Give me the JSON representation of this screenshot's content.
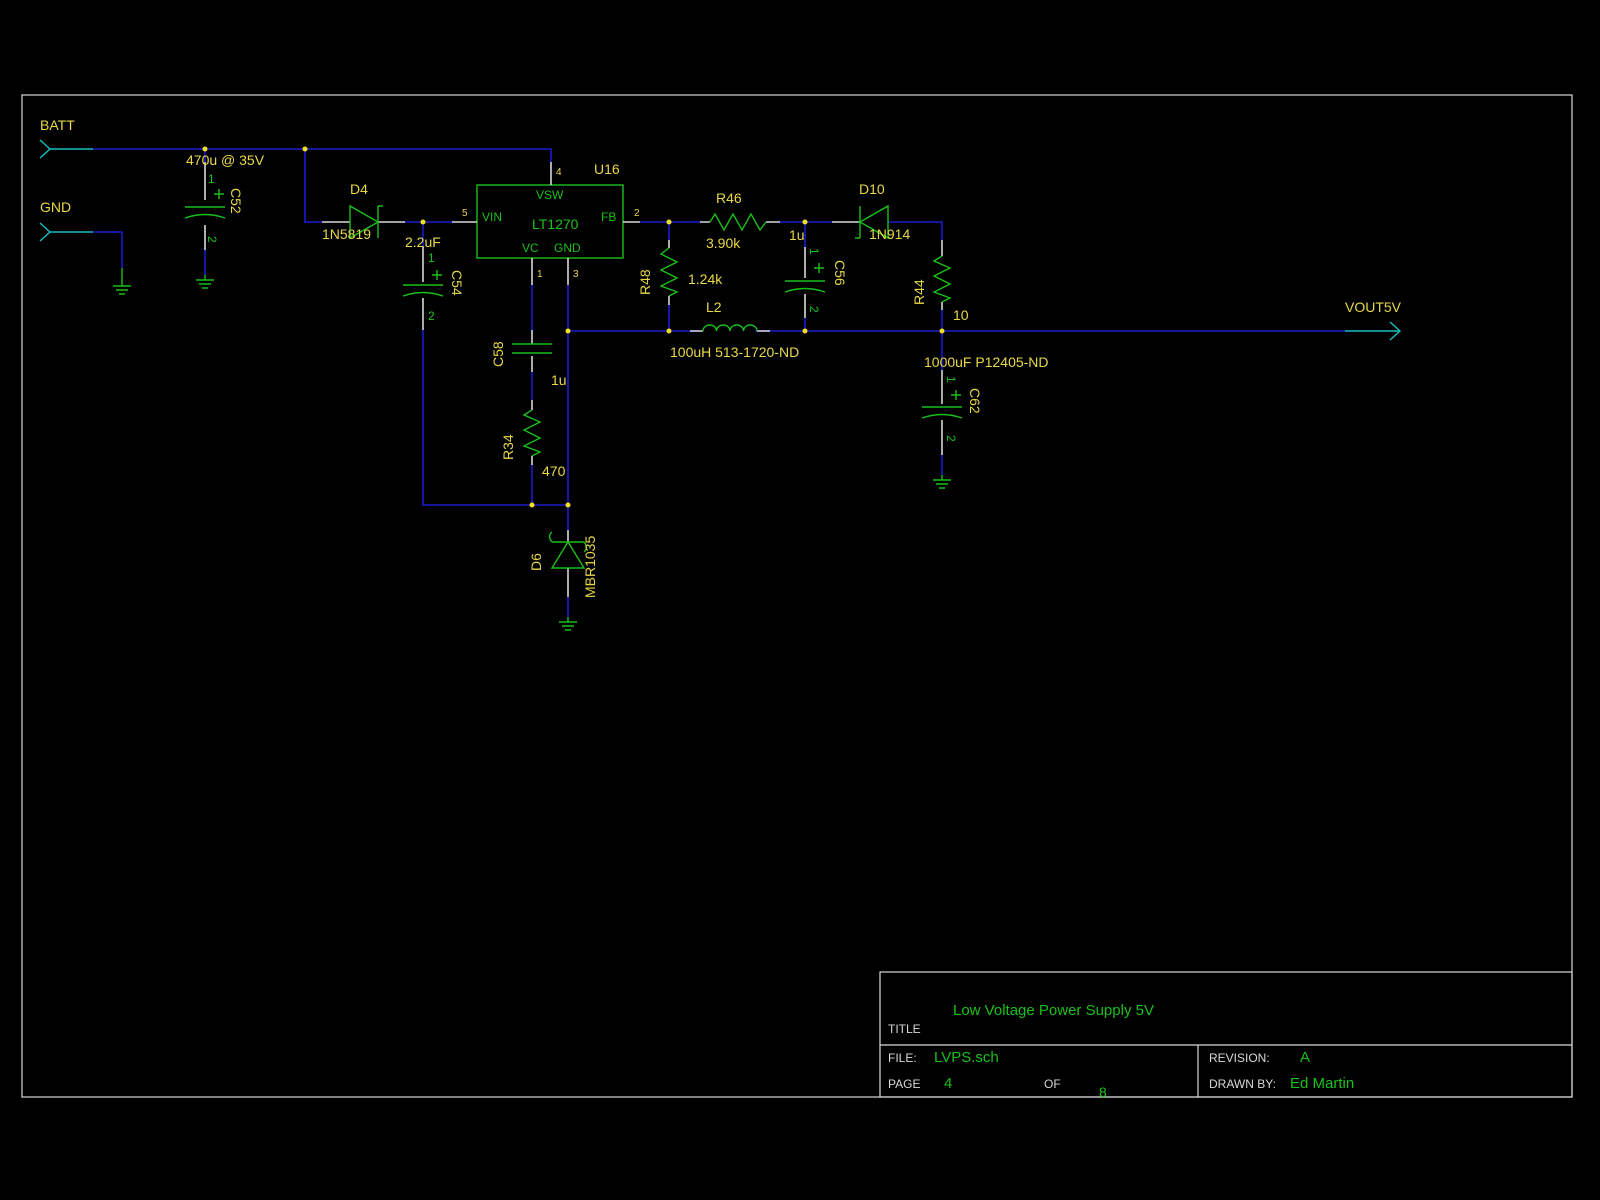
{
  "ports": {
    "batt": "BATT",
    "gnd": "GND",
    "vout": "VOUT5V"
  },
  "components": {
    "c52": {
      "ref": "C52",
      "value": "470u @ 35V",
      "pin1": "1",
      "pin2": "2"
    },
    "d4": {
      "ref": "D4",
      "value": "1N5819"
    },
    "c54": {
      "ref": "C54",
      "value": "2.2uF",
      "pin1": "1",
      "pin2": "2"
    },
    "u16": {
      "ref": "U16",
      "part": "LT1270",
      "pins": {
        "vsw": "VSW",
        "vin": "VIN",
        "fb": "FB",
        "vc": "VC",
        "gnd": "GND"
      },
      "pin_numbers": {
        "vsw": "4",
        "vin": "5",
        "fb": "2",
        "vc": "1",
        "gnd": "3"
      }
    },
    "r46": {
      "ref": "R46",
      "value": "3.90k"
    },
    "r48": {
      "ref": "R48",
      "value": "1.24k"
    },
    "c56": {
      "ref": "C56",
      "value": "1u",
      "pin1": "1",
      "pin2": "2"
    },
    "d10": {
      "ref": "D10",
      "value": "1N914"
    },
    "r44": {
      "ref": "R44",
      "value": "10"
    },
    "l2": {
      "ref": "L2",
      "value": "100uH 513-1720-ND"
    },
    "c62": {
      "ref": "C62",
      "value": "1000uF P12405-ND",
      "pin1": "1",
      "pin2": "2"
    },
    "c58": {
      "ref": "C58",
      "value": "1u"
    },
    "r34": {
      "ref": "R34",
      "value": "470"
    },
    "d6": {
      "ref": "D6",
      "value": "MBR1035"
    }
  },
  "title_block": {
    "title_label": "TITLE",
    "title": "Low Voltage Power Supply 5V",
    "file_label": "FILE:",
    "file": "LVPS.sch",
    "revision_label": "REVISION:",
    "revision": "A",
    "page_label": "PAGE",
    "page": "4",
    "of_label": "OF",
    "of": "8",
    "drawn_by_label": "DRAWN BY:",
    "drawn_by": "Ed Martin"
  },
  "colors": {
    "wire": "#1a1ad0",
    "part": "#19c019",
    "label": "#e8d848",
    "junction": "#f0e020",
    "port": "#19c0c0",
    "frame": "#d8d8d8"
  }
}
